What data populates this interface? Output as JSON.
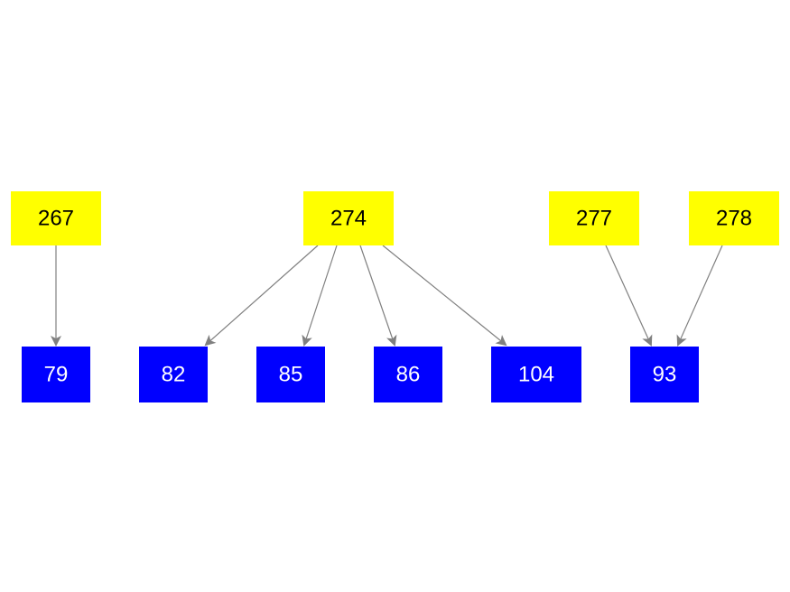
{
  "colors": {
    "source_fill": "#ffff00",
    "source_text": "#000000",
    "target_fill": "#0000ff",
    "target_text": "#ffffff",
    "edge": "#808080"
  },
  "nodes": [
    {
      "id": "267",
      "label": "267",
      "role": "source"
    },
    {
      "id": "274",
      "label": "274",
      "role": "source"
    },
    {
      "id": "277",
      "label": "277",
      "role": "source"
    },
    {
      "id": "278",
      "label": "278",
      "role": "source"
    },
    {
      "id": "79",
      "label": "79",
      "role": "target"
    },
    {
      "id": "82",
      "label": "82",
      "role": "target"
    },
    {
      "id": "85",
      "label": "85",
      "role": "target"
    },
    {
      "id": "86",
      "label": "86",
      "role": "target"
    },
    {
      "id": "104",
      "label": "104",
      "role": "target"
    },
    {
      "id": "93",
      "label": "93",
      "role": "target"
    }
  ],
  "edges": [
    {
      "from": "267",
      "to": "79"
    },
    {
      "from": "274",
      "to": "82"
    },
    {
      "from": "274",
      "to": "85"
    },
    {
      "from": "274",
      "to": "86"
    },
    {
      "from": "274",
      "to": "104"
    },
    {
      "from": "277",
      "to": "93"
    },
    {
      "from": "278",
      "to": "93"
    }
  ]
}
